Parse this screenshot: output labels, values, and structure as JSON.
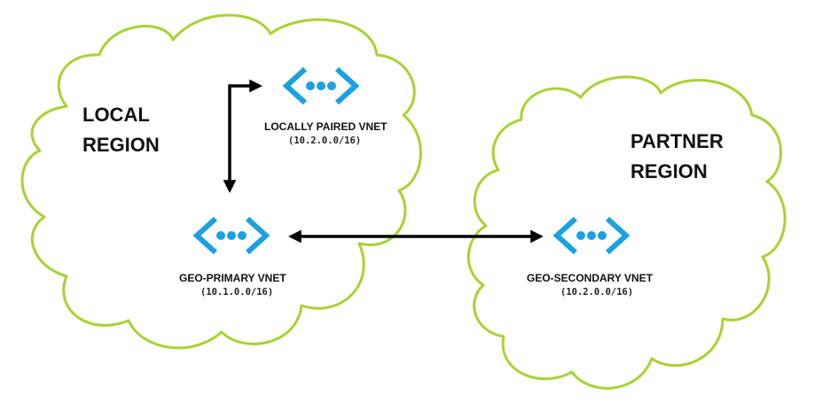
{
  "colors": {
    "cloud_outline": "#a9d233",
    "vnet_icon": "#1ba1e2",
    "arrow": "#000000",
    "text": "#111111"
  },
  "regions": {
    "local": {
      "line1": "LOCAL",
      "line2": "REGION"
    },
    "partner": {
      "line1": "PARTNER",
      "line2": "REGION"
    }
  },
  "vnets": {
    "locally_paired": {
      "icon": "vnet-icon",
      "name": "LOCALLY PAIRED VNET",
      "cidr": "(10.2.0.0/16)"
    },
    "geo_primary": {
      "icon": "vnet-icon",
      "name": "GEO-PRIMARY VNET",
      "cidr": "(10.1.0.0/16)"
    },
    "geo_secondary": {
      "icon": "vnet-icon",
      "name": "GEO-SECONDARY VNET",
      "cidr": "(10.2.0.0/16)"
    }
  },
  "connections": [
    {
      "from": "geo_primary",
      "to": "locally_paired",
      "type": "bidirectional-arrow"
    },
    {
      "from": "geo_primary",
      "to": "geo_secondary",
      "type": "bidirectional-arrow"
    }
  ]
}
